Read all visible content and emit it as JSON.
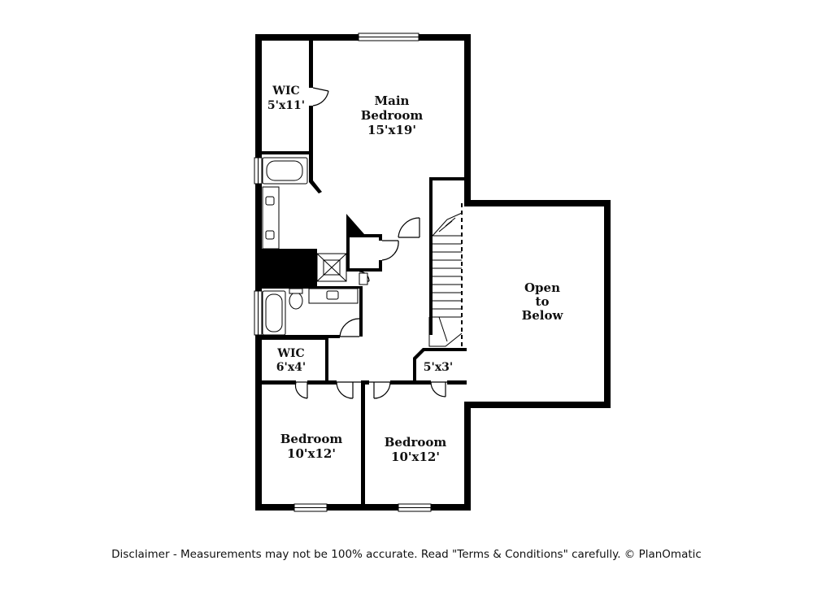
{
  "rooms": {
    "wic_main": {
      "name": "WIC",
      "size": "5'x11'"
    },
    "main_bedroom": {
      "name_line1": "Main",
      "name_line2": "Bedroom",
      "size": "15'x19'"
    },
    "open_to_below": {
      "line1": "Open",
      "line2": "to",
      "line3": "Below"
    },
    "wic_small": {
      "name": "WIC",
      "size": "6'x4'"
    },
    "closet_small": {
      "size": "5'x3'"
    },
    "bedroom_left": {
      "name": "Bedroom",
      "size": "10'x12'"
    },
    "bedroom_right": {
      "name": "Bedroom",
      "size": "10'x12'"
    }
  },
  "footer": {
    "disclaimer": "Disclaimer - Measurements may not be 100% accurate. Read \"Terms & Conditions\" carefully. © PlanOmatic"
  }
}
